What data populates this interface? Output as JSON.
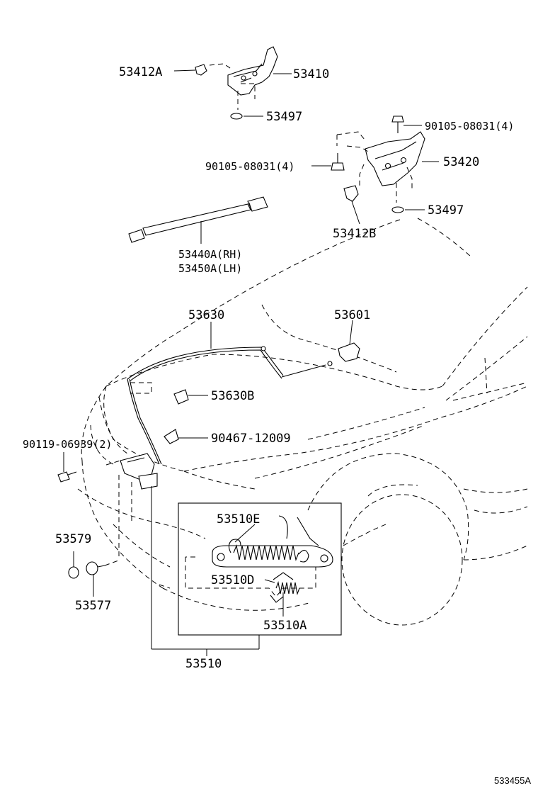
{
  "labels": {
    "p53412a": "53412A",
    "p53410": "53410",
    "p53497_top": "53497",
    "p90105_right": "90105-08031(4)",
    "p90105_left": "90105-08031(4)",
    "p53420": "53420",
    "p53497_right": "53497",
    "p53412b": "53412B",
    "p53440a": "53440A(RH)",
    "p53450a": "53450A(LH)",
    "p53630": "53630",
    "p53601": "53601",
    "p53630b": "53630B",
    "p90119": "90119-06939(2)",
    "p90467": "90467-12009",
    "p53510e": "53510E",
    "p53579": "53579",
    "p53510d": "53510D",
    "p53577": "53577",
    "p53510a": "53510A",
    "p53510": "53510"
  },
  "figure_ref": "533455A"
}
